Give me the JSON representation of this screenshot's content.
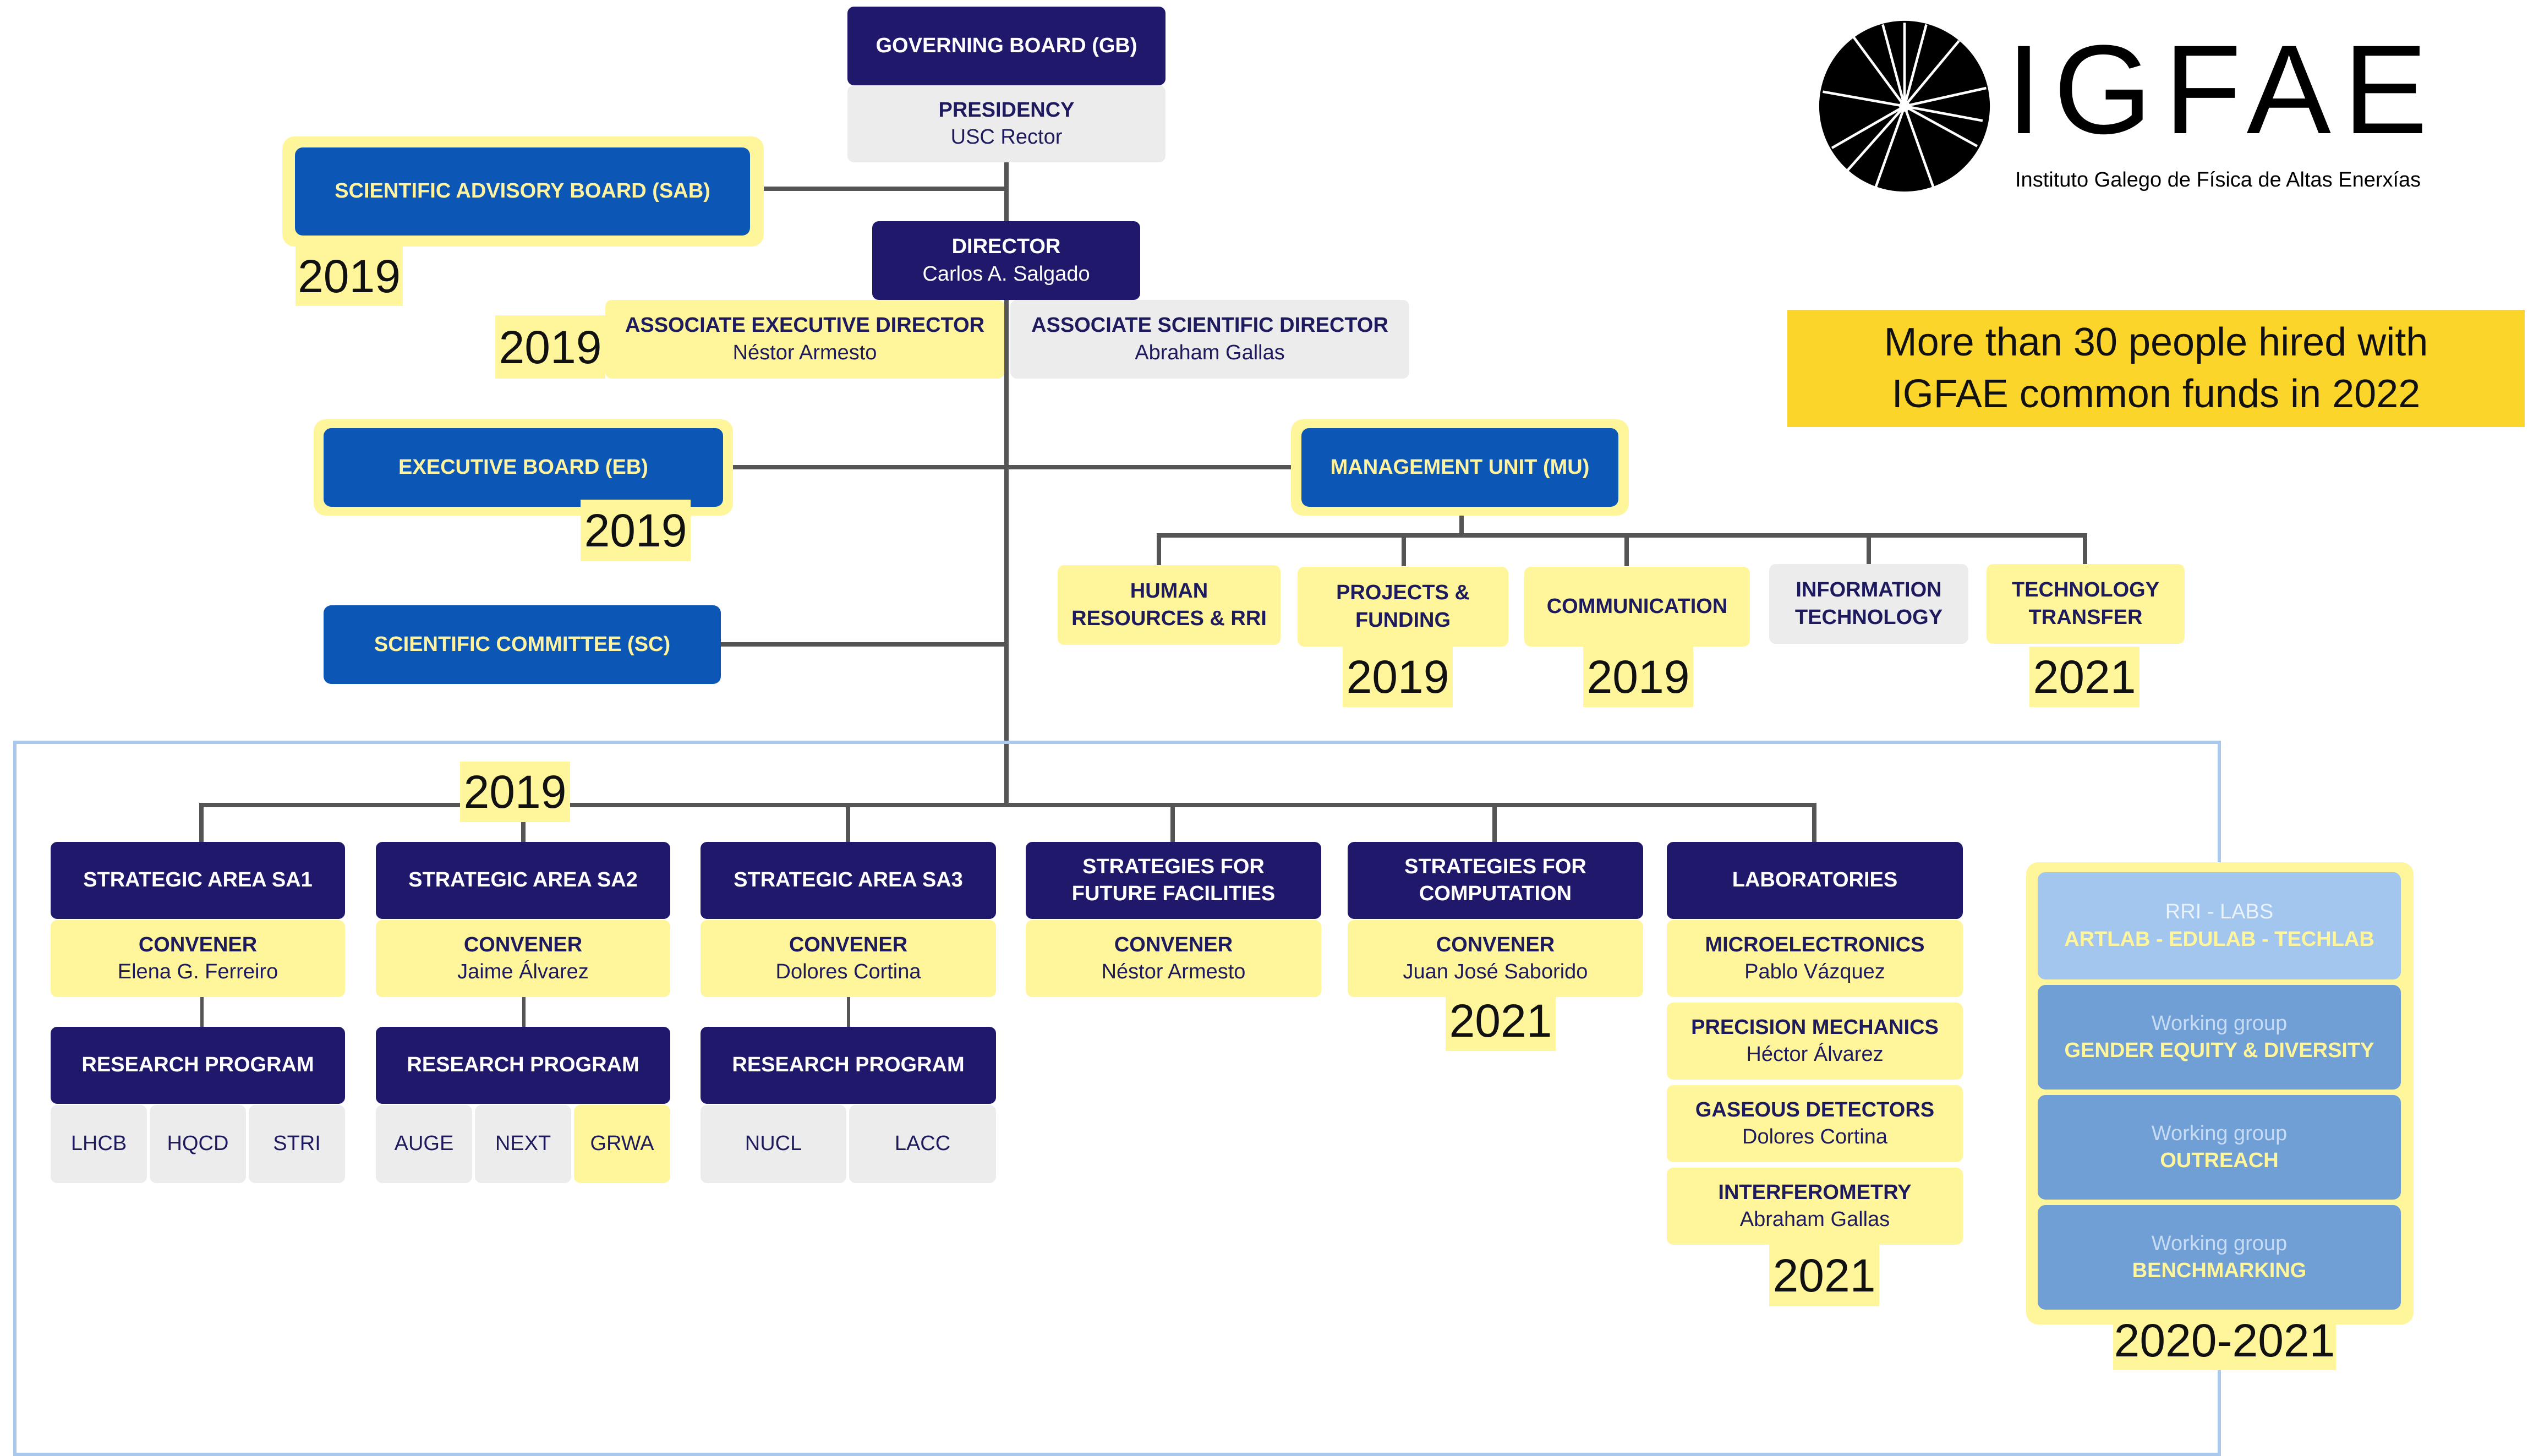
{
  "governing_board": "GOVERNING BOARD (GB)",
  "presidency": {
    "title": "PRESIDENCY",
    "name": "USC Rector"
  },
  "sab": "SCIENTIFIC ADVISORY BOARD (SAB)",
  "director": {
    "title": "DIRECTOR",
    "name": "Carlos A. Salgado"
  },
  "assoc_exec": {
    "title": "ASSOCIATE EXECUTIVE DIRECTOR",
    "name": "Néstor Armesto"
  },
  "assoc_sci": {
    "title": "ASSOCIATE SCIENTIFIC DIRECTOR",
    "name": "Abraham Gallas"
  },
  "executive_board": "EXECUTIVE BOARD (EB)",
  "management_unit": "MANAGEMENT UNIT (MU)",
  "scientific_committee": "SCIENTIFIC COMMITTEE (SC)",
  "mu_units": {
    "human": [
      "HUMAN",
      "RESOURCES & RRI"
    ],
    "projects": [
      "PROJECTS &",
      "FUNDING"
    ],
    "communication": "COMMUNICATION",
    "it": [
      "INFORMATION",
      "TECHNOLOGY"
    ],
    "tt": [
      "TECHNOLOGY",
      "TRANSFER"
    ]
  },
  "logo": {
    "name": "IGFAE",
    "subtitle": "Instituto Galego de Física de Altas Enerxías"
  },
  "callout": [
    "More than 30 people hired with",
    "IGFAE common funds in 2022"
  ],
  "years": {
    "y2019": "2019",
    "y2021": "2021",
    "y2020_2021": "2020-2021"
  },
  "areas": {
    "sa1": {
      "title": "STRATEGIC AREA SA1",
      "role": "CONVENER",
      "name": "Elena G. Ferreiro"
    },
    "sa2": {
      "title": "STRATEGIC AREA SA2",
      "role": "CONVENER",
      "name": "Jaime Álvarez"
    },
    "sa3": {
      "title": "STRATEGIC AREA SA3",
      "role": "CONVENER",
      "name": "Dolores Cortina"
    },
    "ff": {
      "title": [
        "STRATEGIES FOR",
        "FUTURE FACILITIES"
      ],
      "role": "CONVENER",
      "name": "Néstor Armesto"
    },
    "comp": {
      "title": [
        "STRATEGIES FOR",
        "COMPUTATION"
      ],
      "role": "CONVENER",
      "name": "Juan José Saborido"
    },
    "labs": {
      "title": "LABORATORIES"
    }
  },
  "research_program": "RESEARCH PROGRAM",
  "programs": {
    "sa1": [
      "LHCB",
      "HQCD",
      "STRI"
    ],
    "sa2": [
      "AUGE",
      "NEXT",
      "GRWA"
    ],
    "sa3": [
      "NUCL",
      "LACC"
    ]
  },
  "labs": [
    {
      "title": "MICROELECTRONICS",
      "name": "Pablo Vázquez"
    },
    {
      "title": "PRECISION MECHANICS",
      "name": "Héctor Álvarez"
    },
    {
      "title": "GASEOUS DETECTORS",
      "name": "Dolores Cortina"
    },
    {
      "title": "INTERFEROMETRY",
      "name": "Abraham Gallas"
    }
  ],
  "rri": {
    "labs_title": "RRI - LABS",
    "labs_list": "ARTLAB - EDULAB - TECHLAB",
    "wg_label": "Working group",
    "wg1": "GENDER EQUITY & DIVERSITY",
    "wg2": "OUTREACH",
    "wg3": "BENCHMARKING"
  },
  "colors": {
    "navy": "#20186a",
    "blue": "#0c57b6",
    "yellow": "#fff59b",
    "grey": "#ececec",
    "callout": "#fcd52b"
  }
}
